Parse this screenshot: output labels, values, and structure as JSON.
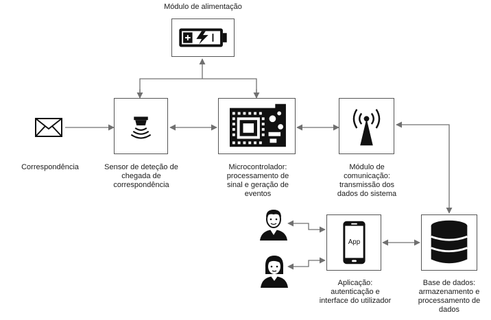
{
  "nodes": {
    "power": {
      "label": "Módulo de alimentação",
      "icon": "battery-charging-icon"
    },
    "mail": {
      "label": "Correspondência",
      "icon": "envelope-icon"
    },
    "sensor": {
      "label": "Sensor de deteção de\nchegada de\ncorrespondência",
      "icon": "sensor-icon"
    },
    "mcu": {
      "label": "Microcontrolador:\nprocessamento de\nsinal e geração de\neventos",
      "icon": "circuit-board-icon"
    },
    "comms": {
      "label": "Módulo de\ncomunicação:\ntransmissão dos\ndados do sistema",
      "icon": "antenna-icon"
    },
    "app": {
      "label": "Aplicação:\nautenticação e\ninterface do utilizador",
      "icon": "smartphone-icon",
      "screen_text": "App"
    },
    "database": {
      "label": "Base de dados:\narmazenamento  e\nprocessamento de\ndados",
      "icon": "database-icon"
    },
    "user_male": {
      "icon": "man-icon"
    },
    "user_female": {
      "icon": "woman-icon"
    }
  },
  "colors": {
    "line": "#707070",
    "stroke": "#555555",
    "icon": "#111111"
  }
}
